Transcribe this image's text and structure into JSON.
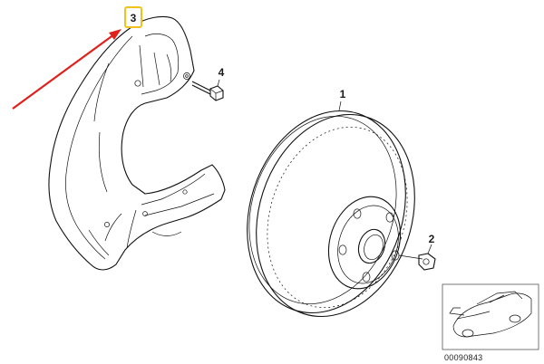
{
  "callouts": {
    "rotor": "1",
    "screw_small": "2",
    "shield": "3",
    "bolt": "4"
  },
  "reference_number": "00090843",
  "colors": {
    "highlight_box": "#f2c21b",
    "arrow": "#e0201b",
    "line": "#111111"
  },
  "icons": {
    "arrow": "red-pointer-arrow",
    "thumbnail": "car-thumbnail"
  }
}
